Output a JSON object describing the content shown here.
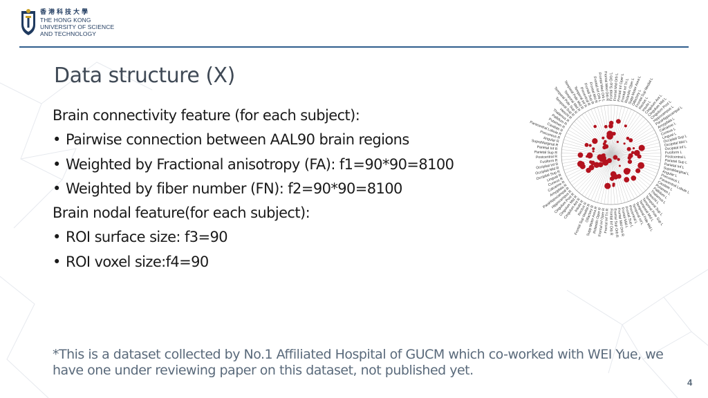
{
  "header": {
    "logo_cn": "香港科技大學",
    "logo_en": [
      "THE HONG KONG",
      "UNIVERSITY OF SCIENCE",
      "AND TECHNOLOGY"
    ]
  },
  "slide": {
    "title": "Data structure (X)",
    "lines": [
      {
        "type": "text",
        "text": "Brain connectivity feature (for each subject):"
      },
      {
        "type": "bullet",
        "text": "Pairwise connection between AAL90 brain regions"
      },
      {
        "type": "bullet",
        "text": "Weighted by Fractional anisotropy (FA): f1=90*90=8100"
      },
      {
        "type": "bullet",
        "text": "Weighted by fiber number (FN): f2=90*90=8100"
      },
      {
        "type": "text",
        "text": "Brain nodal feature(for each subject):"
      },
      {
        "type": "bullet",
        "text": "ROI surface size: f3=90"
      },
      {
        "type": "bullet",
        "text": "ROI voxel size:f4=90"
      }
    ],
    "bullet_char": "•",
    "footnote": "*This is a dataset collected by No.1 Affiliated Hospital of GUCM which co-worked with WEI Yue, we have one under reviewing paper on this dataset, not published yet.",
    "page_number": "4"
  },
  "figure": {
    "region_labels": [
      "Frontal Sup Orb L",
      "Frontal Mid Orb L",
      "Frontal Inf Oper L",
      "Frontal Inf Tri L",
      "Rolandic Oper L",
      "Supp Motor Area L",
      "Olfactory L",
      "Frontal Sup Medial L",
      "Rectus L",
      "Insula L",
      "Cingulum Ant L",
      "Cingulum Mid L",
      "Cingulum Post L",
      "Hippocampus L",
      "ParaHippocampal L",
      "Amygdala L",
      "Calcarine L",
      "Cuneus L",
      "Lingual L",
      "Occipital Sup L",
      "Occipital Mid L",
      "Occipital Inf L",
      "Fusiform L",
      "Postcentral L",
      "Parietal Sup L",
      "Parietal Inf L",
      "SupraMarginal L",
      "Angular L",
      "Precuneus L",
      "Paracentral Lobule L",
      "Caudate L",
      "Putamen L",
      "Pallidum L",
      "Thalamus L",
      "Heschl L",
      "Temporal Sup L",
      "Temporal Pole Sup L",
      "Temporal Mid L",
      "Temporal Pole Mid L",
      "Temporal Inf L",
      "Precentral L",
      "Frontal Sup L",
      "Frontal Mid L",
      "Frontal Mid Orb R",
      "Frontal Sup Orb R",
      "Frontal Inf Orb R",
      "Frontal Inf Tri R",
      "Frontal Inf Oper R",
      "Rolandic Oper R",
      "Supp Motor Area R",
      "Olfactory R",
      "Frontal Sup Medial R",
      "Rectus R",
      "Insula R",
      "Cingulum Ant R",
      "Cingulum Mid R",
      "Cingulum Post R",
      "Hippocampus R",
      "ParaHippocampal R",
      "Amygdala R",
      "Calcarine R",
      "Cuneus R",
      "Lingual R",
      "Occipital Sup R",
      "Occipital Mid R",
      "Occipital Inf R",
      "Fusiform R",
      "Postcentral R",
      "Parietal Sup R",
      "Parietal Inf R",
      "SupraMarginal R",
      "Angular R",
      "Precuneus R",
      "Paracentral Lobule R",
      "Caudate R",
      "Putamen R",
      "Pallidum R",
      "Thalamus R",
      "Heschl R",
      "Temporal Sup R",
      "Temporal Pole Sup R",
      "Temporal Mid R",
      "Temporal Pole Mid R",
      "Temporal Inf R",
      "Precentral R",
      "Frontal Sup R",
      "Frontal Mid R",
      "Frontal Inf Orb L",
      "Frontal Med Orb L",
      "Frontal Med Orb R"
    ],
    "node_color": "#b3121e"
  }
}
